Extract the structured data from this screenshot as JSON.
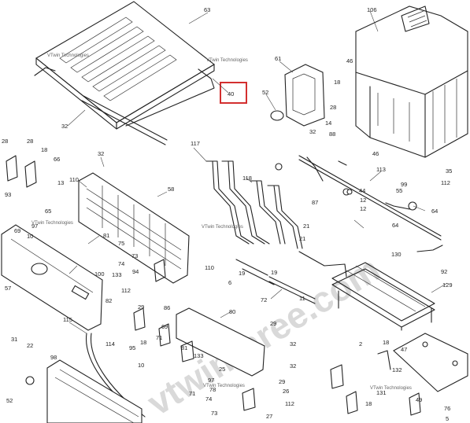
{
  "diagram": {
    "highlight_label": "40",
    "watermark_text": "vtwinthree.com",
    "watermark_small": "VTwin Technologies",
    "labels": [
      {
        "id": "l63",
        "text": "63"
      },
      {
        "id": "l32a",
        "text": "32"
      },
      {
        "id": "l40",
        "text": "40"
      },
      {
        "id": "l106",
        "text": "106"
      },
      {
        "id": "l61",
        "text": "61"
      },
      {
        "id": "l52",
        "text": "52"
      },
      {
        "id": "l46a",
        "text": "46"
      },
      {
        "id": "l18a",
        "text": "18"
      },
      {
        "id": "l28a",
        "text": "28"
      },
      {
        "id": "l14a",
        "text": "14"
      },
      {
        "id": "l32b",
        "text": "32"
      },
      {
        "id": "l88a",
        "text": "88"
      },
      {
        "id": "l46b",
        "text": "46"
      },
      {
        "id": "l28b",
        "text": "28"
      },
      {
        "id": "l28c",
        "text": "28"
      },
      {
        "id": "l18b",
        "text": "18"
      },
      {
        "id": "l66",
        "text": "66"
      },
      {
        "id": "l93",
        "text": "93"
      },
      {
        "id": "l32c",
        "text": "32"
      },
      {
        "id": "l117",
        "text": "117"
      },
      {
        "id": "l113",
        "text": "113"
      },
      {
        "id": "l35",
        "text": "35"
      },
      {
        "id": "l112a",
        "text": "112"
      },
      {
        "id": "l13",
        "text": "13"
      },
      {
        "id": "l110",
        "text": "110"
      },
      {
        "id": "l58",
        "text": "58"
      },
      {
        "id": "l118",
        "text": "118"
      },
      {
        "id": "l99",
        "text": "99"
      },
      {
        "id": "l55",
        "text": "55"
      },
      {
        "id": "l44",
        "text": "44"
      },
      {
        "id": "l12a",
        "text": "12"
      },
      {
        "id": "l12b",
        "text": "12"
      },
      {
        "id": "l87",
        "text": "87"
      },
      {
        "id": "l64a",
        "text": "64"
      },
      {
        "id": "l64b",
        "text": "64"
      },
      {
        "id": "l65",
        "text": "65"
      },
      {
        "id": "l97a",
        "text": "97"
      },
      {
        "id": "l69",
        "text": "69"
      },
      {
        "id": "l10a",
        "text": "10"
      },
      {
        "id": "l81a",
        "text": "81"
      },
      {
        "id": "l21a",
        "text": "21"
      },
      {
        "id": "l21b",
        "text": "21"
      },
      {
        "id": "l130",
        "text": "130"
      },
      {
        "id": "l92",
        "text": "92"
      },
      {
        "id": "l75",
        "text": "75"
      },
      {
        "id": "l74a",
        "text": "74"
      },
      {
        "id": "l73a",
        "text": "73"
      },
      {
        "id": "l100",
        "text": "100"
      },
      {
        "id": "l133a",
        "text": "133"
      },
      {
        "id": "l57",
        "text": "57"
      },
      {
        "id": "l94",
        "text": "94"
      },
      {
        "id": "l110b",
        "text": "110"
      },
      {
        "id": "l19a",
        "text": "19"
      },
      {
        "id": "l19b",
        "text": "19"
      },
      {
        "id": "l6",
        "text": "6"
      },
      {
        "id": "l129",
        "text": "129"
      },
      {
        "id": "l72",
        "text": "72"
      },
      {
        "id": "l11",
        "text": "11"
      },
      {
        "id": "l112b",
        "text": "112"
      },
      {
        "id": "l82",
        "text": "82"
      },
      {
        "id": "l29a",
        "text": "29"
      },
      {
        "id": "l86",
        "text": "86"
      },
      {
        "id": "l80",
        "text": "80"
      },
      {
        "id": "l115",
        "text": "115"
      },
      {
        "id": "l69b",
        "text": "69"
      },
      {
        "id": "l29b",
        "text": "29"
      },
      {
        "id": "l32d",
        "text": "32"
      },
      {
        "id": "l114",
        "text": "114"
      },
      {
        "id": "l95",
        "text": "95"
      },
      {
        "id": "l18c",
        "text": "18"
      },
      {
        "id": "l71a",
        "text": "71"
      },
      {
        "id": "l81b",
        "text": "81"
      },
      {
        "id": "l31",
        "text": "31"
      },
      {
        "id": "l22",
        "text": "22"
      },
      {
        "id": "l98",
        "text": "98"
      },
      {
        "id": "l10b",
        "text": "10"
      },
      {
        "id": "l133b",
        "text": "133"
      },
      {
        "id": "l32e",
        "text": "32"
      },
      {
        "id": "l2",
        "text": "2"
      },
      {
        "id": "l18d",
        "text": "18"
      },
      {
        "id": "l47",
        "text": "47"
      },
      {
        "id": "l132",
        "text": "132"
      },
      {
        "id": "l25",
        "text": "25"
      },
      {
        "id": "l71b",
        "text": "71"
      },
      {
        "id": "l97b",
        "text": "97"
      },
      {
        "id": "l78",
        "text": "78"
      },
      {
        "id": "l74b",
        "text": "74"
      },
      {
        "id": "l29c",
        "text": "29"
      },
      {
        "id": "l26",
        "text": "26"
      },
      {
        "id": "l112c",
        "text": "112"
      },
      {
        "id": "l73b",
        "text": "73"
      },
      {
        "id": "l27",
        "text": "27"
      },
      {
        "id": "l131",
        "text": "131"
      },
      {
        "id": "l49",
        "text": "49"
      },
      {
        "id": "l76",
        "text": "76"
      },
      {
        "id": "l5",
        "text": "5"
      },
      {
        "id": "l52b",
        "text": "52"
      },
      {
        "id": "l18e",
        "text": "18"
      }
    ]
  }
}
